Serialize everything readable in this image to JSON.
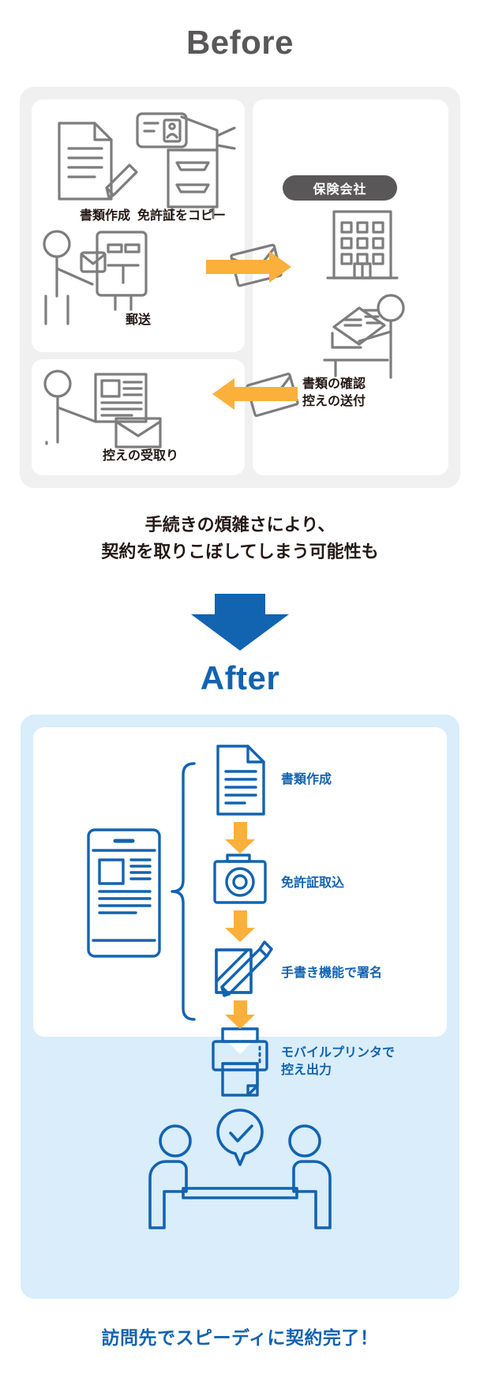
{
  "colors": {
    "gray_text": "#595757",
    "dark_text": "#231815",
    "panel_gray": "#f0f0f0",
    "brand_blue": "#1263b0",
    "panel_blue": "#d9edfb",
    "accent_orange": "#fbb03b",
    "badge_gray": "#595757",
    "white": "#ffffff"
  },
  "before": {
    "title": "Before",
    "steps": [
      {
        "id": "doc-create",
        "label": "書類作成",
        "icon": "document-pen-icon"
      },
      {
        "id": "license-copy",
        "label": "免許証をコピー",
        "icon": "copier-icon"
      },
      {
        "id": "mail",
        "label": "郵送",
        "icon": "person-mailbox-icon"
      },
      {
        "id": "receive-copy",
        "label": "控えの受取り",
        "icon": "person-receiving-document-icon"
      }
    ],
    "insurer_badge": "保険会社",
    "insurer_steps": [
      {
        "id": "office",
        "icon": "office-building-icon"
      },
      {
        "id": "check-docs",
        "icon": "person-checking-document-icon"
      }
    ],
    "return_label_line1": "書類の確認",
    "return_label_line2": "控えの送付"
  },
  "middle": {
    "line1": "手続きの煩雑さにより、",
    "line2": "契約を取りこぼしてしまう可能性も"
  },
  "after": {
    "title": "After",
    "device_icon": "tablet-document-icon",
    "steps": [
      {
        "id": "doc-create",
        "label": "書類作成",
        "icon": "document-lines-icon"
      },
      {
        "id": "license-capture",
        "label": "免許証取込",
        "icon": "camera-icon"
      },
      {
        "id": "handwrite-sign",
        "label": "手書き機能で署名",
        "icon": "pen-signature-icon"
      },
      {
        "id": "mobile-print",
        "label_line1": "モバイルプリンタで",
        "label_line2": "控え出力",
        "icon": "mobile-printer-icon"
      }
    ],
    "meeting_icon": "two-people-meeting-check-icon",
    "conclusion": "訪問先でスピーディに契約完了！"
  }
}
